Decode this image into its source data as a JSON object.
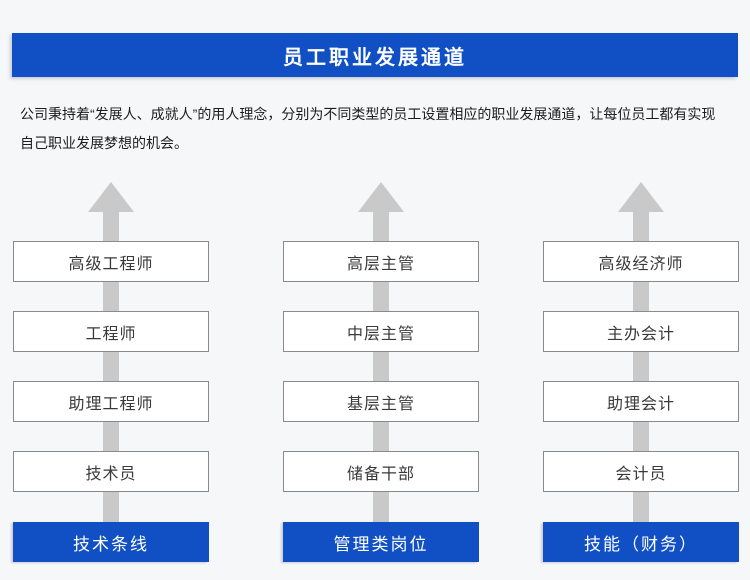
{
  "header": {
    "title": "员工职业发展通道"
  },
  "intro": {
    "full_text": "公司秉持着“发展人、成就人”的用人理念，分别为不同类型的员工设置相应的职业发展通道，让每位员工都有实现自己职业发展梦想的机会。",
    "lines": [
      "公司秉持着“发展人、成就人”的用人理念，分别为不同类型的员工设置相应的职业发展通道，让每位员工都有实现",
      "自己职业发展梦想的机会。"
    ]
  },
  "tracks": [
    {
      "label": "技术条线",
      "levels_top_down": [
        "高级工程师",
        "工程师",
        "助理工程师",
        "技术员"
      ]
    },
    {
      "label": "管理类岗位",
      "levels_top_down": [
        "高层主管",
        "中层主管",
        "基层主管",
        "储备干部"
      ]
    },
    {
      "label": "技能（财务）",
      "levels_top_down": [
        "高级经济师",
        "主办会计",
        "助理会计",
        "会计员"
      ]
    }
  ],
  "colors": {
    "accent_blue": "#1150c4",
    "arrow_gray": "#c9c9c9",
    "box_border": "#8a8a8a",
    "background": "#f6f7f9"
  },
  "icons": {
    "up_arrow": "upward career progression arrow"
  }
}
